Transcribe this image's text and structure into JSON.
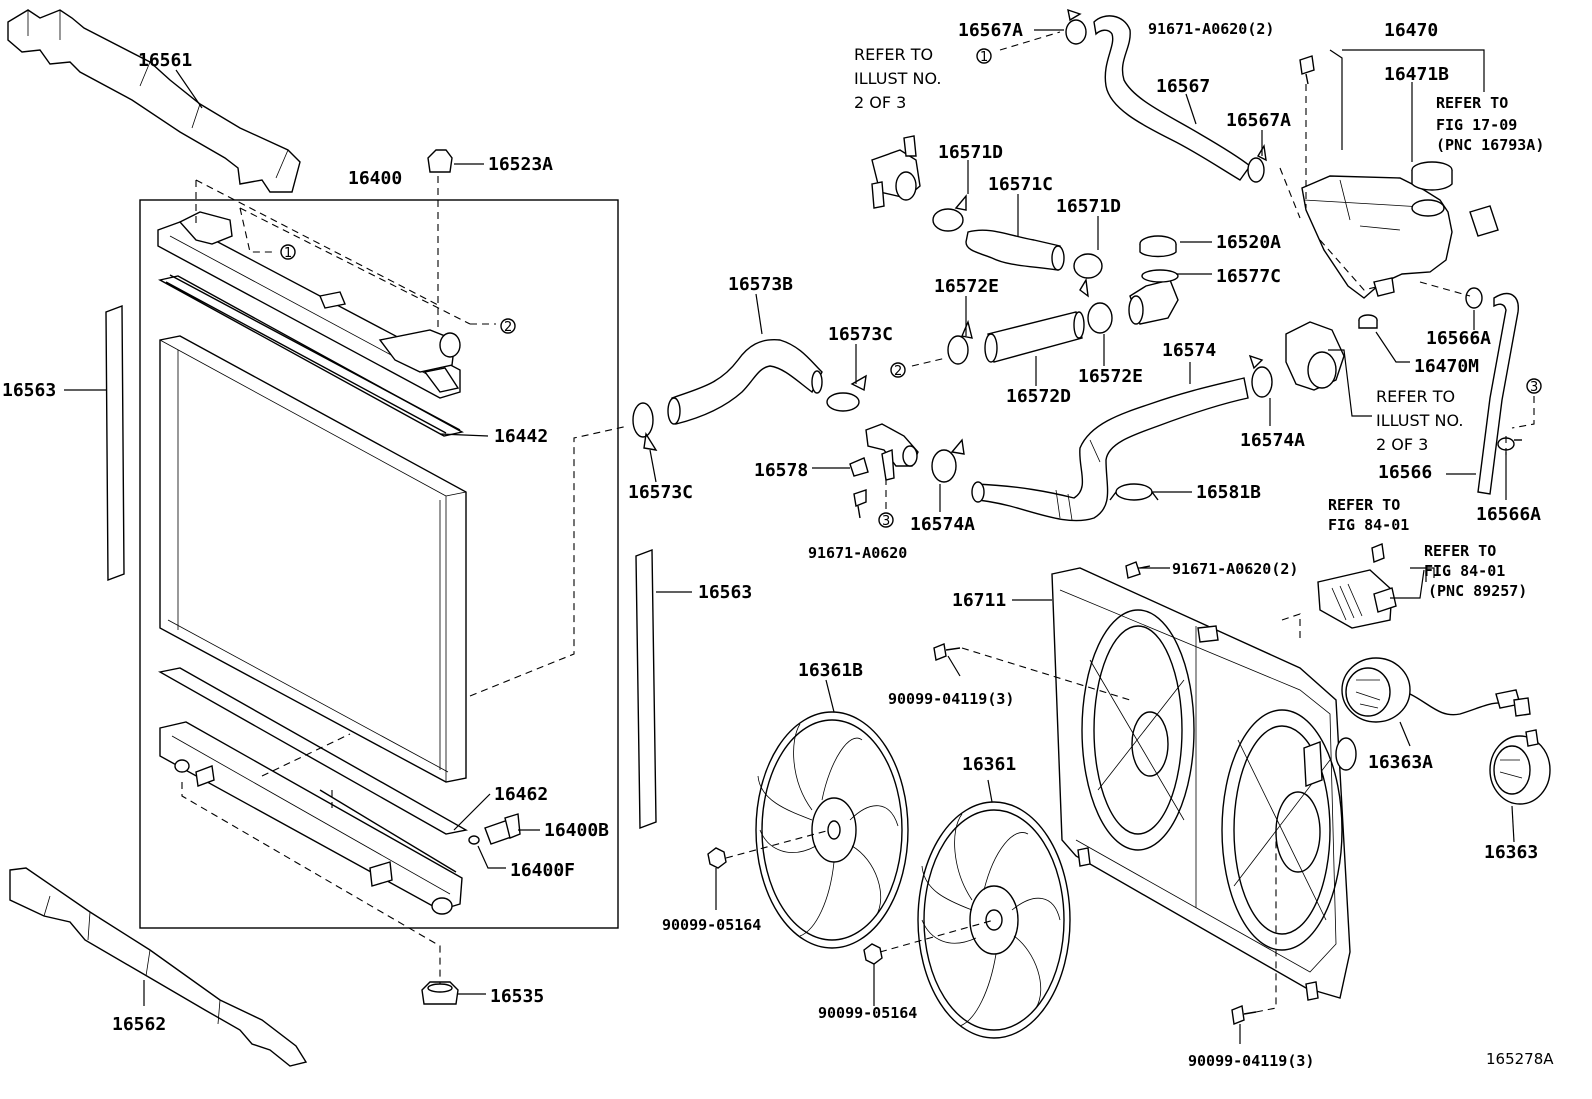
{
  "figure_id": "165278A",
  "labels": {
    "p16561": "16561",
    "p16400": "16400",
    "p16523A": "16523A",
    "p16563_left": "16563",
    "p16442": "16442",
    "p16563_right": "16563",
    "p16462": "16462",
    "p16400B": "16400B",
    "p16400F": "16400F",
    "p16562": "16562",
    "p16535": "16535",
    "p16567A_top": "16567A",
    "p91671_A0620_2_top": "91671-A0620(2)",
    "p16470": "16470",
    "p16471B": "16471B",
    "p16567": "16567",
    "p16567A_mid": "16567A",
    "p16571D_left": "16571D",
    "p16571C": "16571C",
    "p16571D_right": "16571D",
    "p16520A": "16520A",
    "p16577C": "16577C",
    "p16573B": "16573B",
    "p16572E_left": "16572E",
    "p16573C_upper": "16573C",
    "p16572D": "16572D",
    "p16572E_right": "16572E",
    "p16574": "16574",
    "p16566A_upper": "16566A",
    "p16470M": "16470M",
    "p16573C_lower": "16573C",
    "p16578": "16578",
    "p16574A_left": "16574A",
    "p16574A_right": "16574A",
    "p16581B": "16581B",
    "p91671_A0620": "91671-A0620",
    "p16566": "16566",
    "p16566A_lower": "16566A",
    "p91671_A0620_2_mid": "91671-A0620(2)",
    "p16711": "16711",
    "p16361B": "16361B",
    "p90099_04119_3_upper": "90099-04119(3)",
    "p16363A": "16363A",
    "p16361": "16361",
    "p16363": "16363",
    "p90099_05164_left": "90099-05164",
    "p90099_05164_right": "90099-05164",
    "p90099_04119_3_lower": "90099-04119(3)"
  },
  "references": {
    "illust_a": [
      "REFER TO",
      "ILLUST NO.",
      "2 OF 3"
    ],
    "illust_b": [
      "REFER TO",
      "ILLUST NO.",
      "2 OF 3"
    ],
    "fig_17_09": [
      "REFER TO",
      "FIG 17-09",
      "(PNC 16793A)"
    ],
    "fig_84_01_a": [
      "REFER TO",
      "FIG 84-01"
    ],
    "fig_84_01_b": [
      "REFER TO",
      "FIG 84-01",
      "(PNC 89257)"
    ]
  },
  "callouts": {
    "c1": "1",
    "c2": "2",
    "c3": "3"
  }
}
